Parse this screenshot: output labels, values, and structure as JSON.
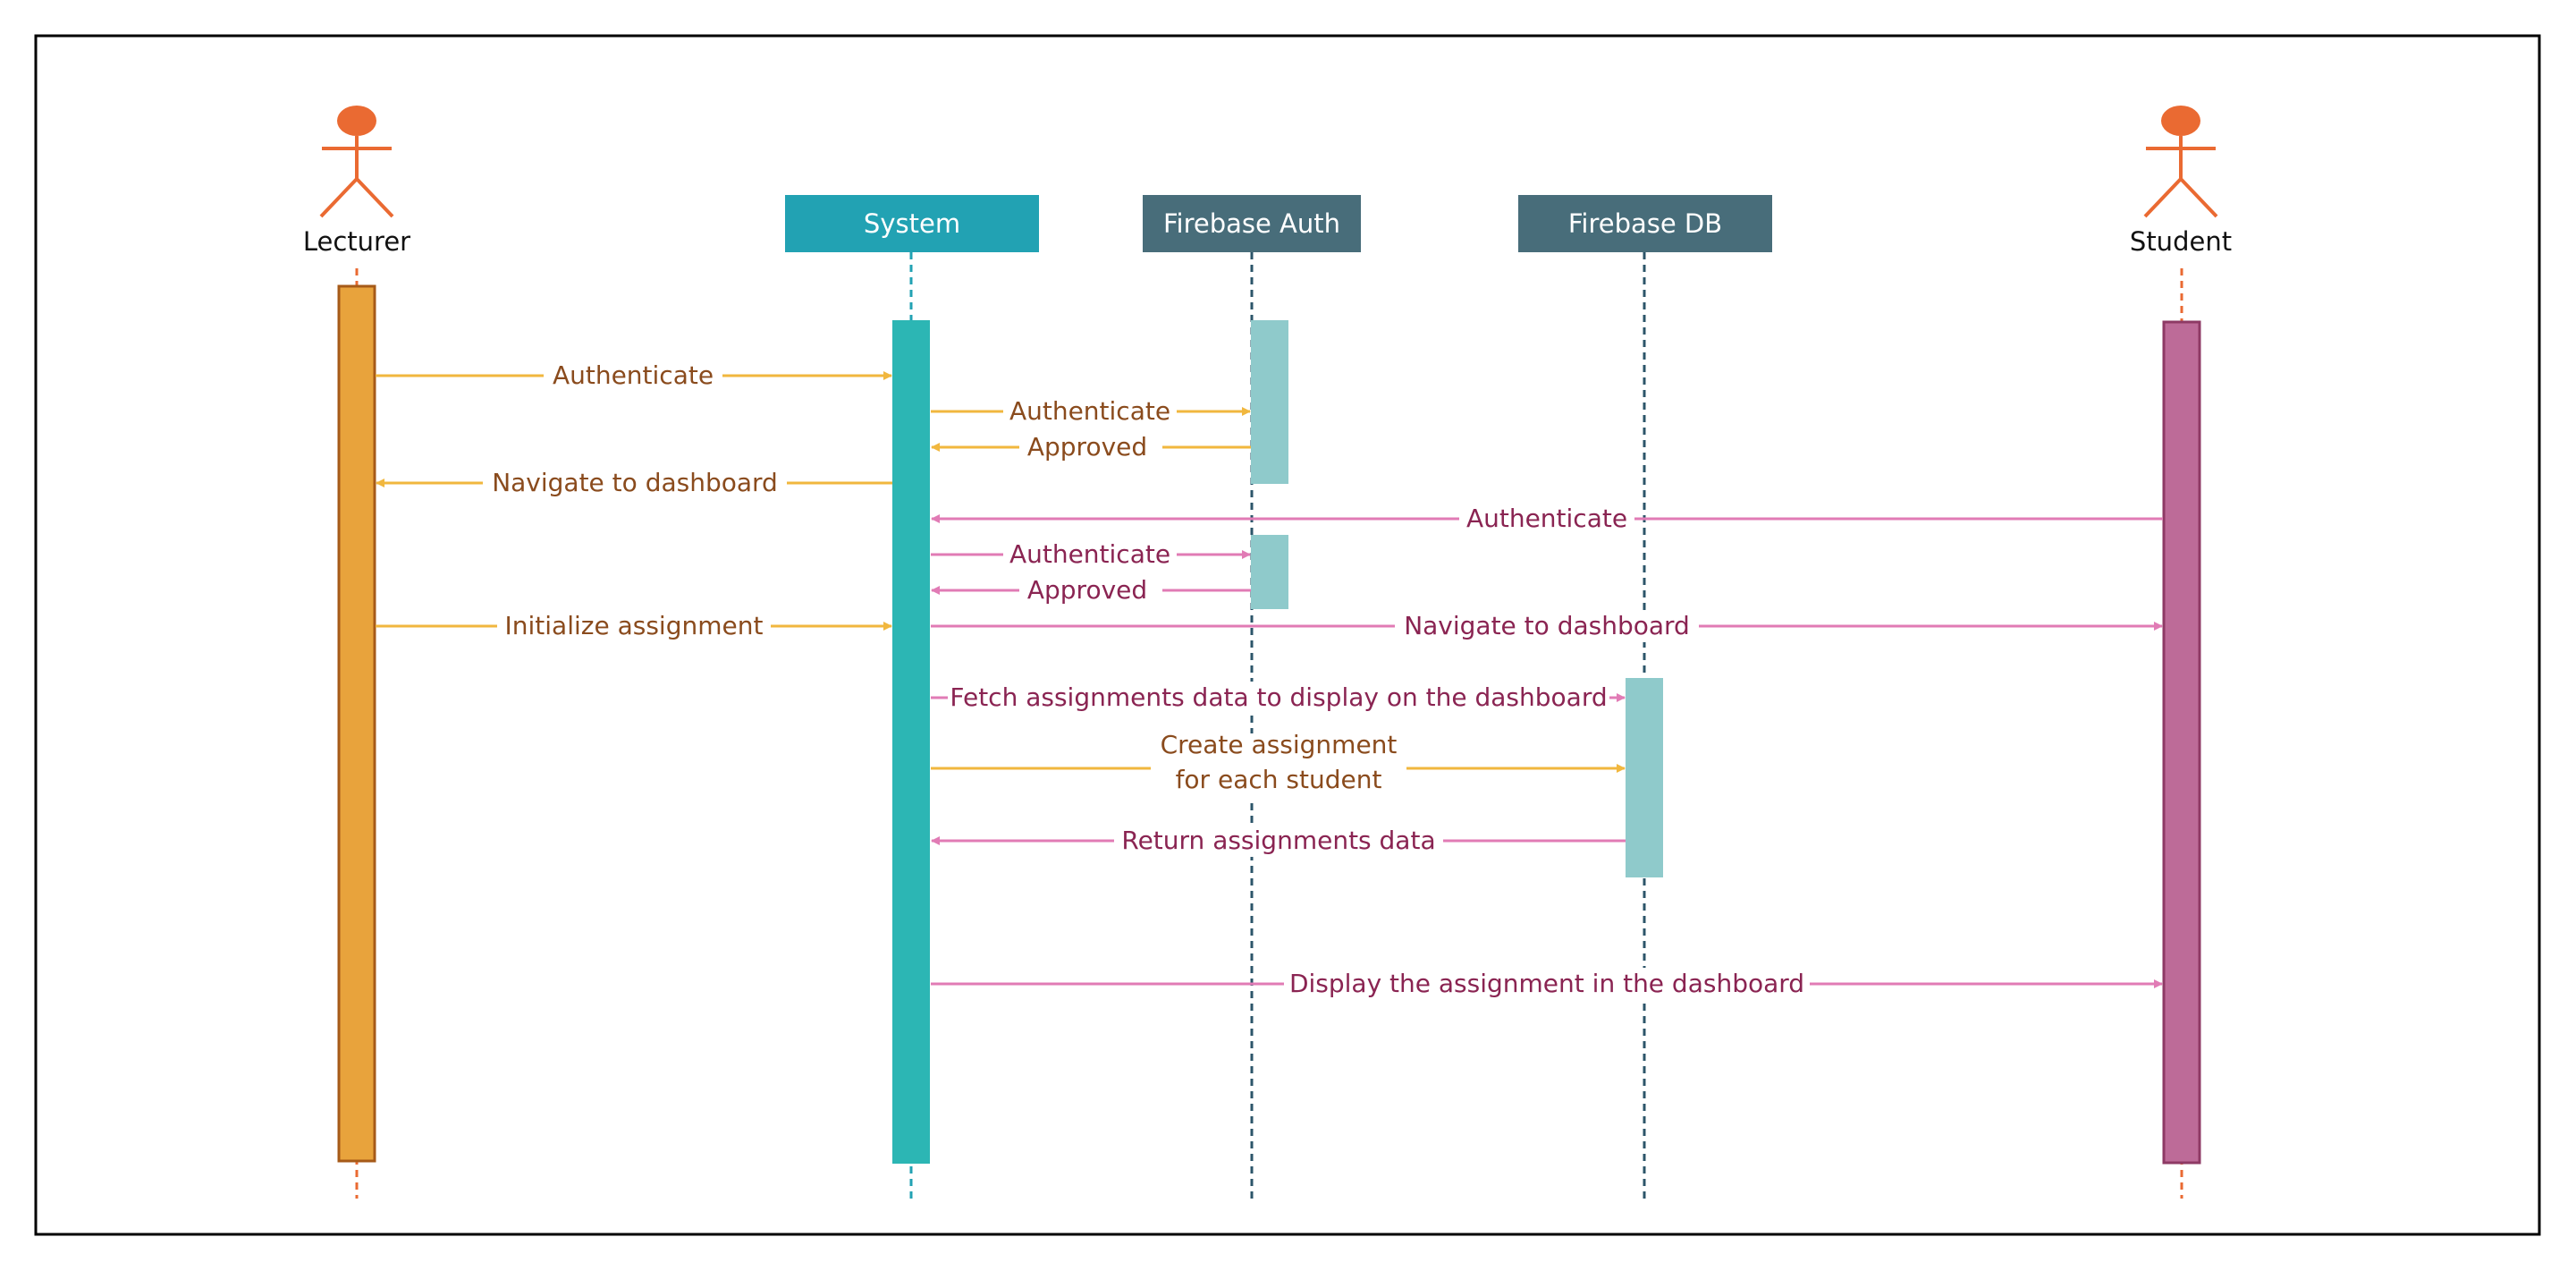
{
  "colors": {
    "lecturer": "#e8a33c",
    "lecturer_border": "#a65a18",
    "actor_figure": "#ea6a32",
    "system": "#2cb6b4",
    "system_header": "#22a2b3",
    "firebase_header": "#486d7a",
    "firebase_activation": "#8fcacb",
    "student": "#bd6b98",
    "student_border": "#8e3a65",
    "lecturer_message": "#f1b73e",
    "student_message": "#e17bb5",
    "lecturer_text": "#8a4b1d",
    "student_text": "#8a2452",
    "frame": "#000000"
  },
  "participants": [
    {
      "id": "lecturer",
      "label": "Lecturer",
      "kind": "actor",
      "icon": "person-icon"
    },
    {
      "id": "system",
      "label": "System",
      "kind": "box"
    },
    {
      "id": "auth",
      "label": "Firebase Auth",
      "kind": "box"
    },
    {
      "id": "db",
      "label": "Firebase DB",
      "kind": "box"
    },
    {
      "id": "student",
      "label": "Student",
      "kind": "actor",
      "icon": "person-icon"
    }
  ],
  "messages": [
    {
      "from": "lecturer",
      "to": "system",
      "label": "Authenticate"
    },
    {
      "from": "system",
      "to": "auth",
      "label": "Authenticate"
    },
    {
      "from": "auth",
      "to": "system",
      "label": "Approved"
    },
    {
      "from": "system",
      "to": "lecturer",
      "label": "Navigate to dashboard"
    },
    {
      "from": "student",
      "to": "system",
      "label": "Authenticate"
    },
    {
      "from": "system",
      "to": "auth",
      "label": "Authenticate"
    },
    {
      "from": "auth",
      "to": "system",
      "label": "Approved"
    },
    {
      "from": "lecturer",
      "to": "system",
      "label": "Initialize assignment"
    },
    {
      "from": "system",
      "to": "student",
      "label": "Navigate to dashboard"
    },
    {
      "from": "system",
      "to": "db",
      "label": "Fetch assignments data to display on the dashboard"
    },
    {
      "from": "system",
      "to": "db",
      "label": "Create assignment\nfor each student"
    },
    {
      "from": "db",
      "to": "system",
      "label": "Return assignments data"
    },
    {
      "from": "system",
      "to": "student",
      "label": "Display the assignment in the dashboard"
    }
  ]
}
